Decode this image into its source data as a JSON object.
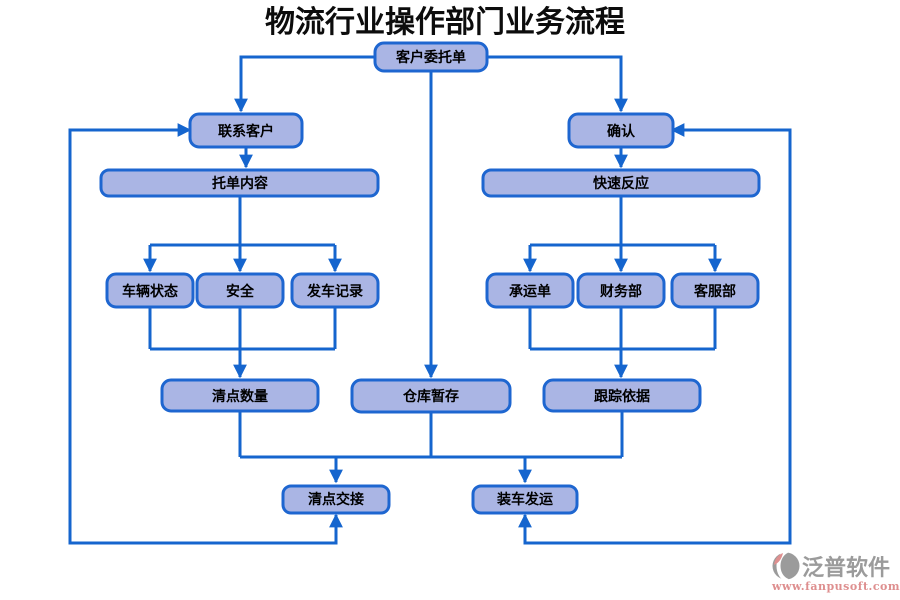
{
  "diagram": {
    "title": "物流行业操作部门业务流程",
    "nodes": {
      "customer_order": "客户委托单",
      "contact_customer": "联系客户",
      "confirm": "确认",
      "order_content": "托单内容",
      "quick_response": "快速反应",
      "vehicle_status": "车辆状态",
      "safety": "安全",
      "departure_record": "发车记录",
      "carrier_order": "承运单",
      "finance_dept": "财务部",
      "customer_service_dept": "客服部",
      "count_quantity": "清点数量",
      "warehouse_storage": "仓库暂存",
      "tracking_basis": "跟踪依据",
      "count_handover": "清点交接",
      "load_ship": "装车发运"
    },
    "edges": [
      {
        "from": "customer_order",
        "to": "contact_customer"
      },
      {
        "from": "customer_order",
        "to": "confirm"
      },
      {
        "from": "customer_order",
        "to": "warehouse_storage"
      },
      {
        "from": "contact_customer",
        "to": "order_content"
      },
      {
        "from": "confirm",
        "to": "quick_response"
      },
      {
        "from": "order_content",
        "to": "vehicle_status"
      },
      {
        "from": "order_content",
        "to": "safety"
      },
      {
        "from": "order_content",
        "to": "departure_record"
      },
      {
        "from": "quick_response",
        "to": "carrier_order"
      },
      {
        "from": "quick_response",
        "to": "finance_dept"
      },
      {
        "from": "quick_response",
        "to": "customer_service_dept"
      },
      {
        "from": "vehicle_status",
        "to": "count_quantity"
      },
      {
        "from": "safety",
        "to": "count_quantity"
      },
      {
        "from": "departure_record",
        "to": "count_quantity"
      },
      {
        "from": "carrier_order",
        "to": "tracking_basis"
      },
      {
        "from": "finance_dept",
        "to": "tracking_basis"
      },
      {
        "from": "customer_service_dept",
        "to": "tracking_basis"
      },
      {
        "from": "count_quantity",
        "to": "count_handover"
      },
      {
        "from": "warehouse_storage",
        "to": "count_handover"
      },
      {
        "from": "warehouse_storage",
        "to": "load_ship"
      },
      {
        "from": "tracking_basis",
        "to": "load_ship"
      },
      {
        "from": "count_handover",
        "to": "contact_customer",
        "bidirectional": true
      },
      {
        "from": "load_ship",
        "to": "confirm",
        "bidirectional": true
      }
    ]
  },
  "watermark": {
    "brand": "泛普软件",
    "url": "www.fanpusoft.com"
  },
  "colors": {
    "line": "#1565CE",
    "node-fill": "#AAB5E4",
    "node-stroke": "#1E66D0",
    "brand-gray": "#9B9B9B",
    "brand-red": "#DE8F8F"
  }
}
